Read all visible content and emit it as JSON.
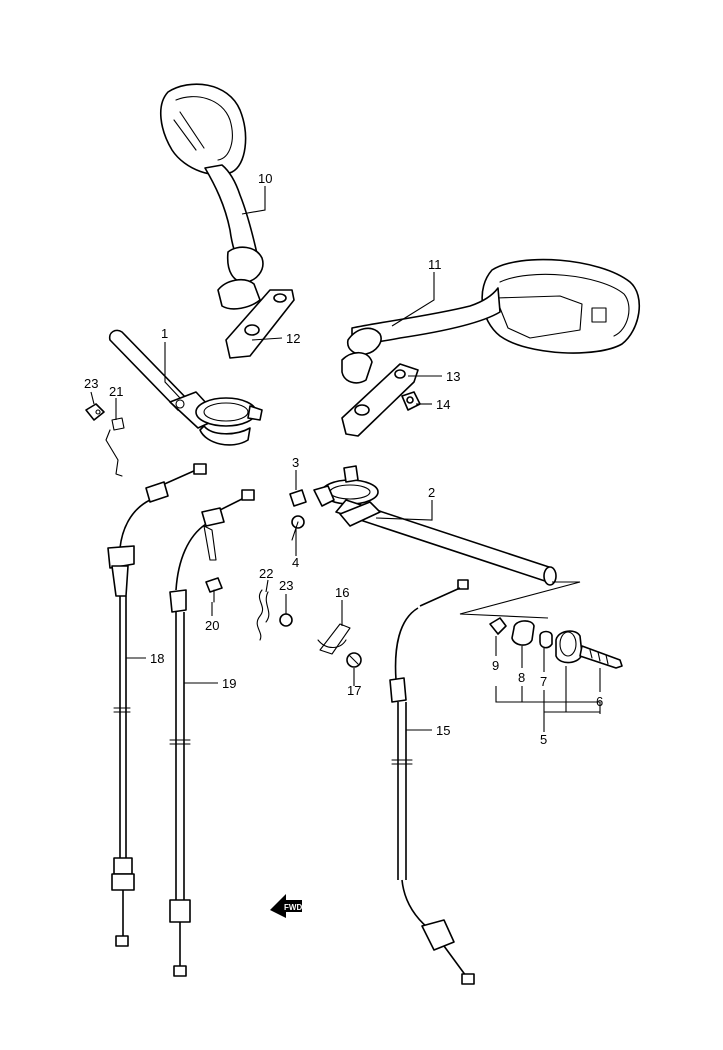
{
  "callouts": {
    "c1": "1",
    "c2": "2",
    "c3": "3",
    "c4": "4",
    "c5": "5",
    "c6": "6",
    "c7": "7",
    "c8": "8",
    "c9": "9",
    "c10": "10",
    "c11": "11",
    "c12": "12",
    "c13": "13",
    "c14": "14",
    "c15": "15",
    "c16": "16",
    "c17": "17",
    "c18": "18",
    "c19": "19",
    "c20": "20",
    "c21": "21",
    "c22": "22",
    "c23a": "23",
    "c23b": "23"
  },
  "fwd_label": "FWD"
}
